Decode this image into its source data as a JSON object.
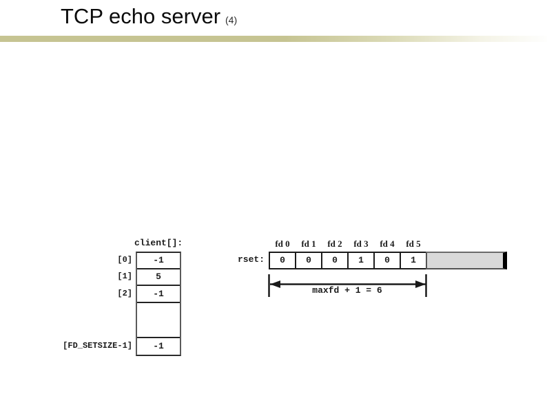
{
  "title": {
    "text": "TCP echo server",
    "suffix": "(4)"
  },
  "colors": {
    "accent_bar": "#c6c492",
    "diagram_ink": "#1a1a1a",
    "gray_fill": "#d9d9d9"
  },
  "client_array": {
    "header": "client[]:",
    "rows": [
      {
        "label": "[0]",
        "value": "-1"
      },
      {
        "label": "[1]",
        "value": "5"
      },
      {
        "label": "[2]",
        "value": "-1"
      },
      {
        "label": "",
        "value": ""
      },
      {
        "label": "[FD_SETSIZE-1]",
        "value": "-1"
      }
    ]
  },
  "rset": {
    "label": "rset:",
    "fd_labels": [
      "fd 0",
      "fd 1",
      "fd 2",
      "fd 3",
      "fd 4",
      "fd 5"
    ],
    "bits": [
      "0",
      "0",
      "0",
      "1",
      "0",
      "1"
    ],
    "annotation": "maxfd + 1 = 6"
  }
}
